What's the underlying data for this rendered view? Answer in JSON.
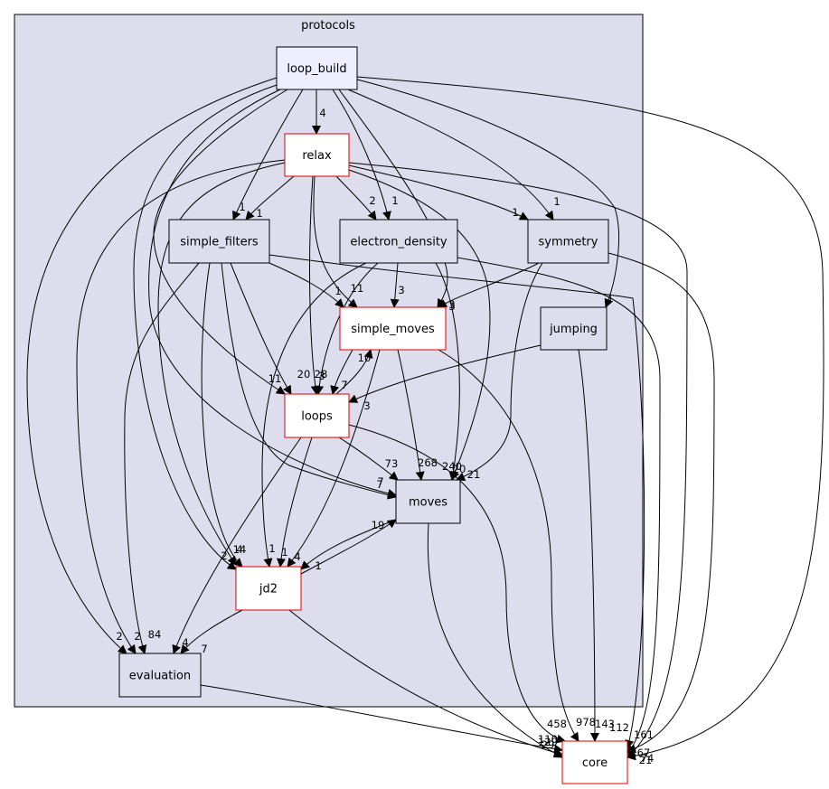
{
  "cluster": {
    "label": "protocols"
  },
  "colors": {
    "cluster_fill": "#dddded",
    "cluster_stroke": "#000000",
    "focus_fill": "#eeeeff",
    "node_fill": "#dddded",
    "external_fill": "#ffffff",
    "red_border": "#e00000",
    "black_border": "#000000"
  },
  "nodes": [
    {
      "id": "loop_build",
      "label": "loop_build",
      "style": "focus"
    },
    {
      "id": "relax",
      "label": "relax",
      "style": "red"
    },
    {
      "id": "simple_filters",
      "label": "simple_filters",
      "style": "normal"
    },
    {
      "id": "electron_density",
      "label": "electron_density",
      "style": "normal"
    },
    {
      "id": "symmetry",
      "label": "symmetry",
      "style": "normal"
    },
    {
      "id": "simple_moves",
      "label": "simple_moves",
      "style": "red"
    },
    {
      "id": "jumping",
      "label": "jumping",
      "style": "normal"
    },
    {
      "id": "loops",
      "label": "loops",
      "style": "red"
    },
    {
      "id": "moves",
      "label": "moves",
      "style": "normal"
    },
    {
      "id": "jd2",
      "label": "jd2",
      "style": "red"
    },
    {
      "id": "evaluation",
      "label": "evaluation",
      "style": "normal"
    },
    {
      "id": "core",
      "label": "core",
      "style": "external"
    }
  ],
  "edges": [
    {
      "from": "loop_build",
      "to": "relax",
      "label": "4"
    },
    {
      "from": "loop_build",
      "to": "simple_filters",
      "label": "1"
    },
    {
      "from": "loop_build",
      "to": "electron_density",
      "label": "1"
    },
    {
      "from": "loop_build",
      "to": "symmetry",
      "label": "1"
    },
    {
      "from": "loop_build",
      "to": "simple_moves",
      "label": "3"
    },
    {
      "from": "loop_build",
      "to": "jumping",
      "label": "1"
    },
    {
      "from": "loop_build",
      "to": "loops",
      "label": "11"
    },
    {
      "from": "loop_build",
      "to": "moves",
      "label": "7"
    },
    {
      "from": "loop_build",
      "to": "jd2",
      "label": "4"
    },
    {
      "from": "loop_build",
      "to": "evaluation",
      "label": "2"
    },
    {
      "from": "loop_build",
      "to": "core",
      "label": "21"
    },
    {
      "from": "relax",
      "to": "simple_filters",
      "label": "1"
    },
    {
      "from": "relax",
      "to": "electron_density",
      "label": "2"
    },
    {
      "from": "relax",
      "to": "symmetry",
      "label": "1"
    },
    {
      "from": "relax",
      "to": "simple_moves",
      "label": "11"
    },
    {
      "from": "relax",
      "to": "loops",
      "label": "28"
    },
    {
      "from": "relax",
      "to": "moves",
      "label": "240"
    },
    {
      "from": "relax",
      "to": "jd2",
      "label": "2"
    },
    {
      "from": "relax",
      "to": "evaluation",
      "label": "2"
    },
    {
      "from": "relax",
      "to": "core",
      "label": "161"
    },
    {
      "from": "simple_filters",
      "to": "simple_moves",
      "label": "1"
    },
    {
      "from": "simple_filters",
      "to": "loops",
      "label": "20"
    },
    {
      "from": "simple_filters",
      "to": "moves",
      "label": "7"
    },
    {
      "from": "simple_filters",
      "to": "jd2",
      "label": "14"
    },
    {
      "from": "simple_filters",
      "to": "evaluation",
      "label": "84"
    },
    {
      "from": "simple_filters",
      "to": "core",
      "label": "112"
    },
    {
      "from": "electron_density",
      "to": "simple_moves",
      "label": "3"
    },
    {
      "from": "electron_density",
      "to": "loops",
      "label": "3"
    },
    {
      "from": "electron_density",
      "to": "moves",
      "label": "20"
    },
    {
      "from": "electron_density",
      "to": "jd2",
      "label": "1"
    },
    {
      "from": "electron_density",
      "to": "core",
      "label": "67"
    },
    {
      "from": "symmetry",
      "to": "simple_moves",
      "label": "3"
    },
    {
      "from": "symmetry",
      "to": "moves",
      "label": "21"
    },
    {
      "from": "symmetry",
      "to": "core",
      "label": "74"
    },
    {
      "from": "simple_moves",
      "to": "loops",
      "label": "7"
    },
    {
      "from": "simple_moves",
      "to": "moves",
      "label": "268"
    },
    {
      "from": "simple_moves",
      "to": "jd2",
      "label": "4"
    },
    {
      "from": "simple_moves",
      "to": "core",
      "label": "978"
    },
    {
      "from": "jumping",
      "to": "loops",
      "label": "3"
    },
    {
      "from": "jumping",
      "to": "core",
      "label": "143"
    },
    {
      "from": "loops",
      "to": "simple_moves",
      "label": "10"
    },
    {
      "from": "loops",
      "to": "moves",
      "label": "73"
    },
    {
      "from": "loops",
      "to": "jd2",
      "label": "1"
    },
    {
      "from": "loops",
      "to": "evaluation",
      "label": "4"
    },
    {
      "from": "loops",
      "to": "core",
      "label": "458"
    },
    {
      "from": "moves",
      "to": "jd2",
      "label": "1"
    },
    {
      "from": "moves",
      "to": "core",
      "label": "129"
    },
    {
      "from": "jd2",
      "to": "moves",
      "label": "19"
    },
    {
      "from": "jd2",
      "to": "evaluation",
      "label": "7"
    },
    {
      "from": "jd2",
      "to": "core",
      "label": "110"
    },
    {
      "from": "evaluation",
      "to": "core",
      "label": "29"
    }
  ]
}
